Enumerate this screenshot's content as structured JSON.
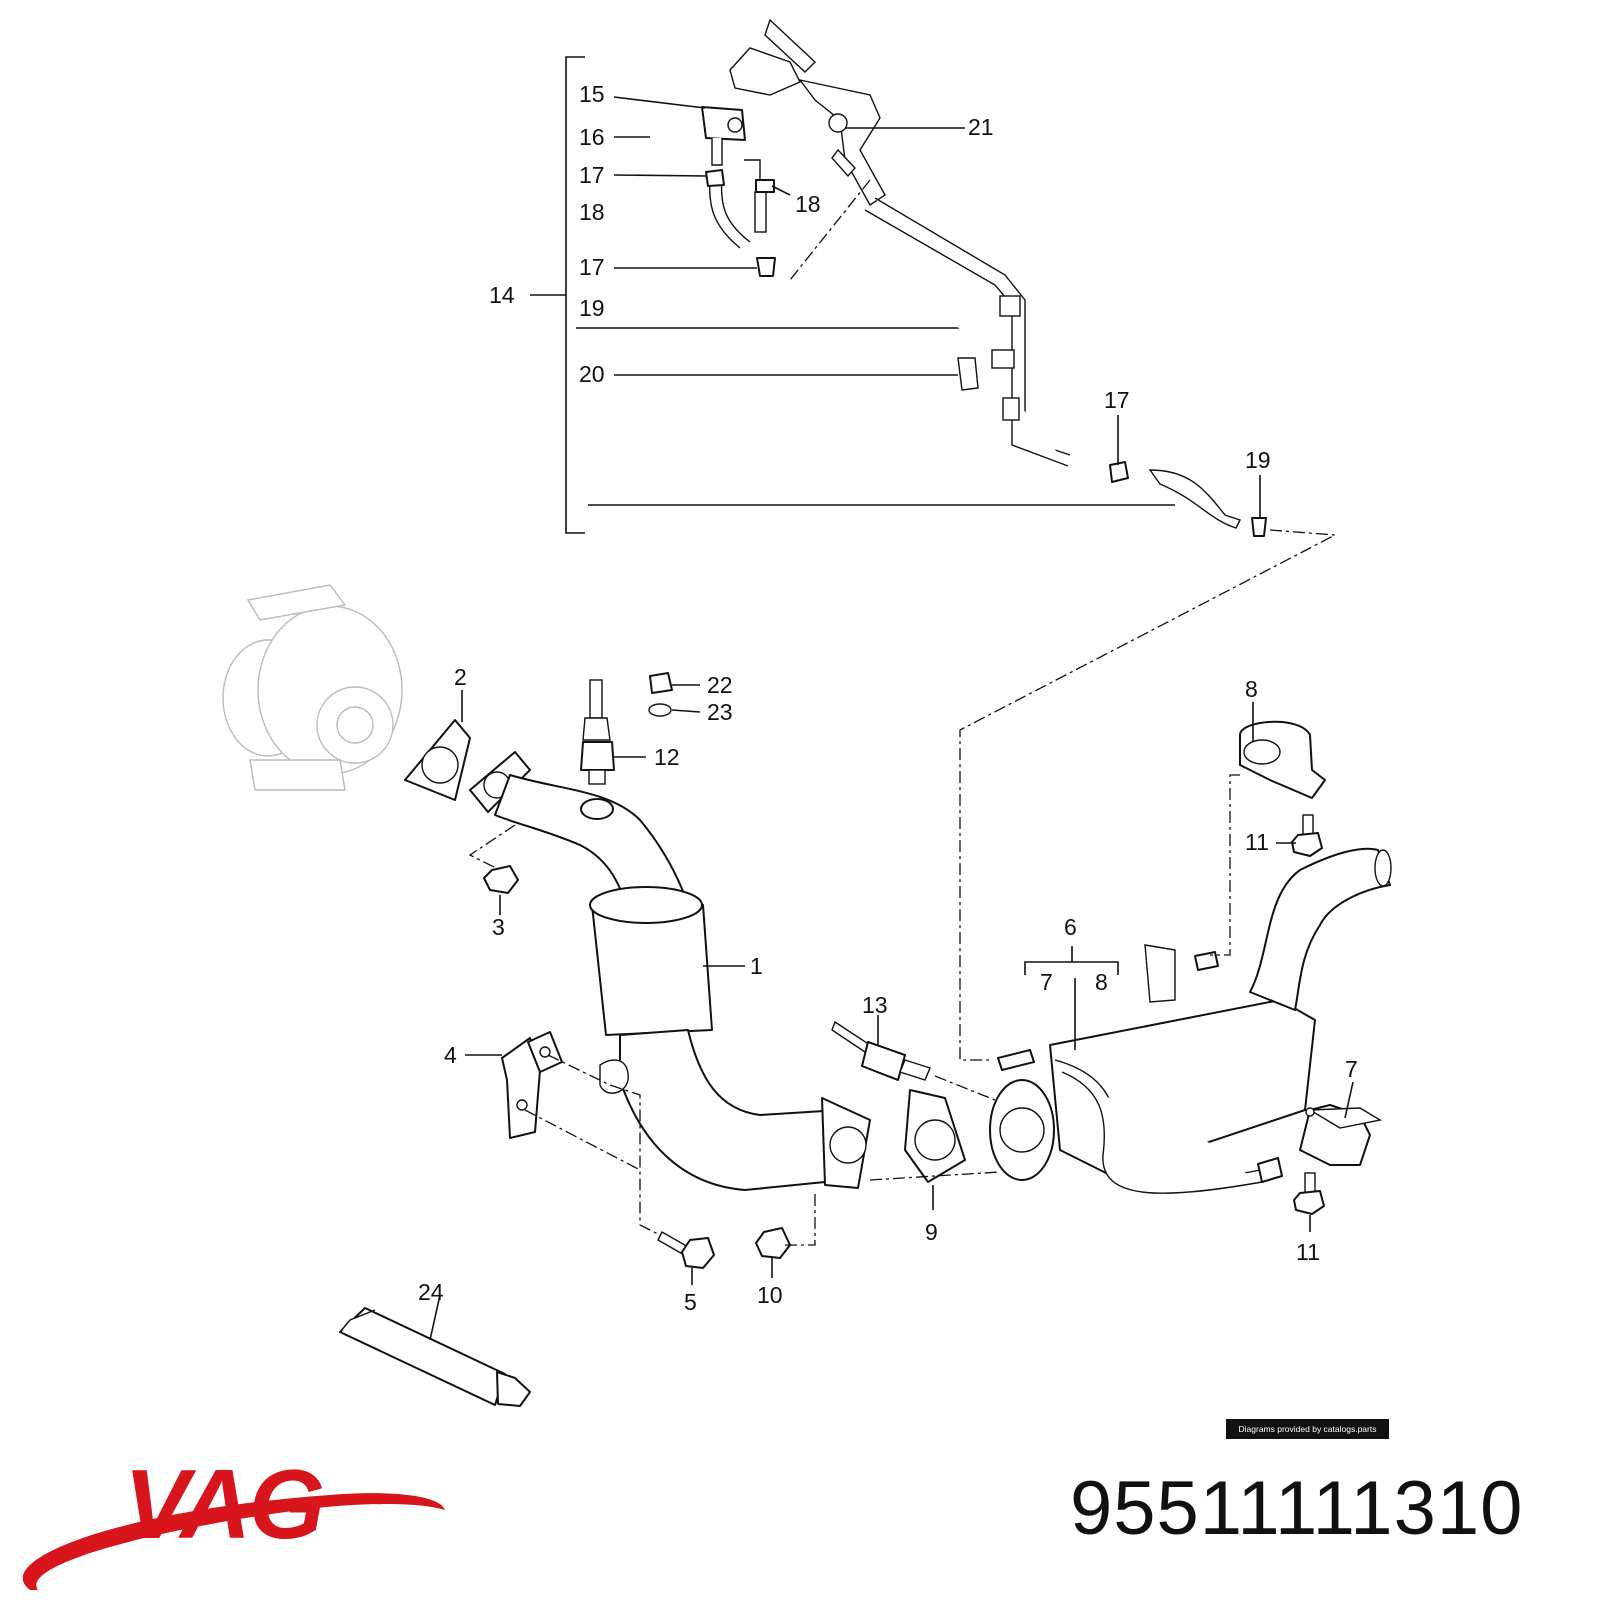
{
  "brand": {
    "name": "VAG",
    "color": "#d8141c"
  },
  "part_number": "95511111310",
  "credit": "Diagrams provided by catalogs.parts",
  "callouts": [
    "1",
    "2",
    "3",
    "4",
    "5",
    "6",
    "7",
    "8",
    "7",
    "8",
    "9",
    "10",
    "11",
    "11",
    "12",
    "13",
    "14",
    "15",
    "16",
    "17",
    "18",
    "17",
    "18",
    "17",
    "19",
    "19",
    "20",
    "21",
    "22",
    "23",
    "24"
  ]
}
